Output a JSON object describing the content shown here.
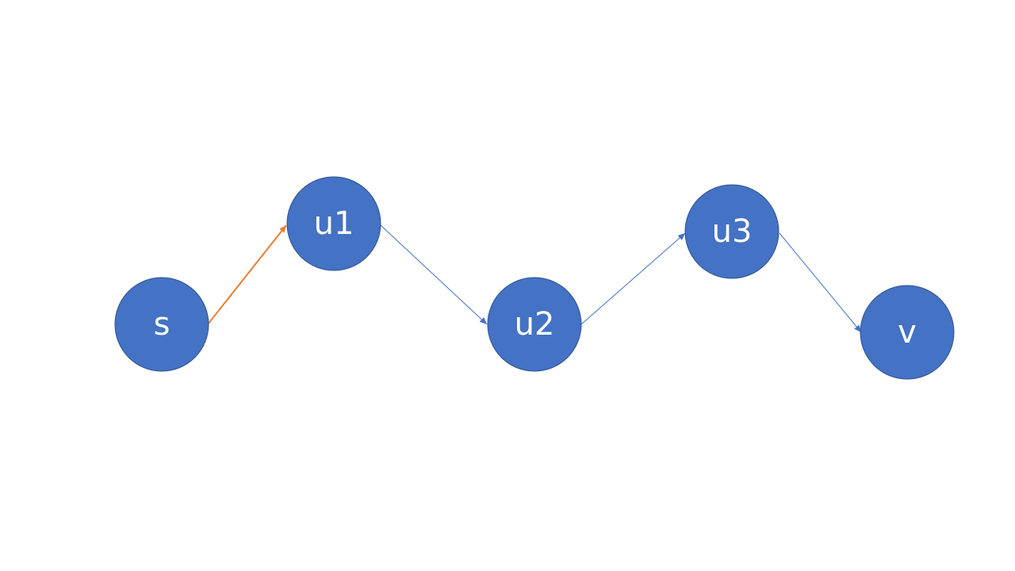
{
  "colors": {
    "node_fill": "#4472C4",
    "node_stroke": "#2F528F",
    "edge_default": "#4472C4",
    "edge_highlight": "#ED7D31"
  },
  "nodes": [
    {
      "id": "s",
      "label": "s"
    },
    {
      "id": "u1",
      "label": "u1"
    },
    {
      "id": "u2",
      "label": "u2"
    },
    {
      "id": "u3",
      "label": "u3"
    },
    {
      "id": "v",
      "label": "v"
    }
  ],
  "edges": [
    {
      "from": "s",
      "to": "u1",
      "highlighted": true
    },
    {
      "from": "u1",
      "to": "u2",
      "highlighted": false
    },
    {
      "from": "u2",
      "to": "u3",
      "highlighted": false
    },
    {
      "from": "u3",
      "to": "v",
      "highlighted": false
    }
  ]
}
